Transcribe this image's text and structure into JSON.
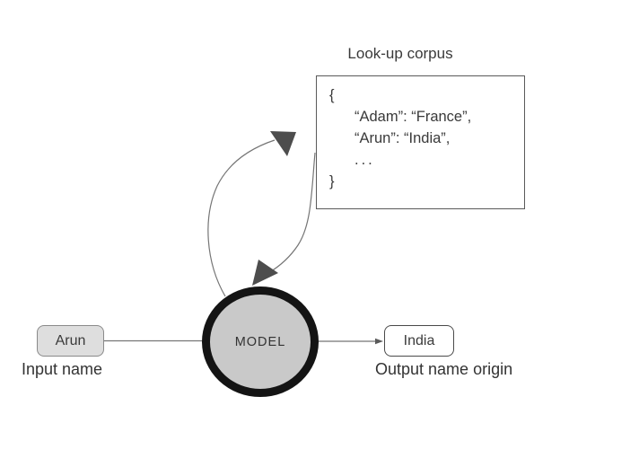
{
  "corpus": {
    "title": "Look-up corpus",
    "lines": {
      "open": "{",
      "entry1": "“Adam”: “France”,",
      "entry2": "“Arun”: “India”,",
      "ellipsis": "...",
      "close": "}"
    }
  },
  "model": {
    "label": "MODEL"
  },
  "input": {
    "value": "Arun",
    "caption": "Input name"
  },
  "output": {
    "value": "India",
    "caption": "Output name origin"
  },
  "colors": {
    "background": "#ffffff",
    "model_fill": "#c9c9c9",
    "model_border": "#141414",
    "input_box_fill": "#dedede",
    "output_box_fill": "#ffffff",
    "arrowhead": "#4d4d4d",
    "connector_line": "#757575",
    "text": "#3a3a3a"
  }
}
